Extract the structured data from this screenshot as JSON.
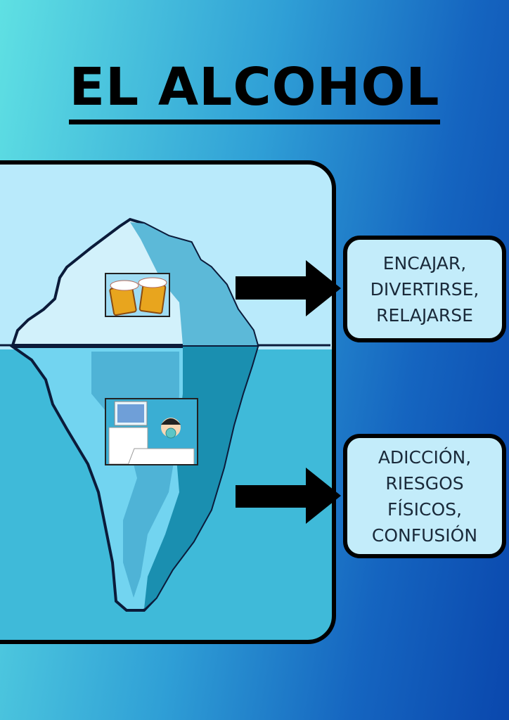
{
  "title": "EL ALCOHOL",
  "top_box": {
    "lines": [
      "ENCAJAR,",
      "DIVERTIRSE,",
      "RELAJARSE"
    ]
  },
  "bottom_box": {
    "lines": [
      "ADICCIÓN,",
      "RIESGOS",
      "FÍSICOS,",
      "CONFUSIÓN"
    ]
  },
  "colors": {
    "sky": "#b9eafb",
    "water": "#3fbad9",
    "ice_light": "#8fdcf2",
    "ice_dark": "#1a8fb0",
    "outline": "#0b1b3a"
  }
}
